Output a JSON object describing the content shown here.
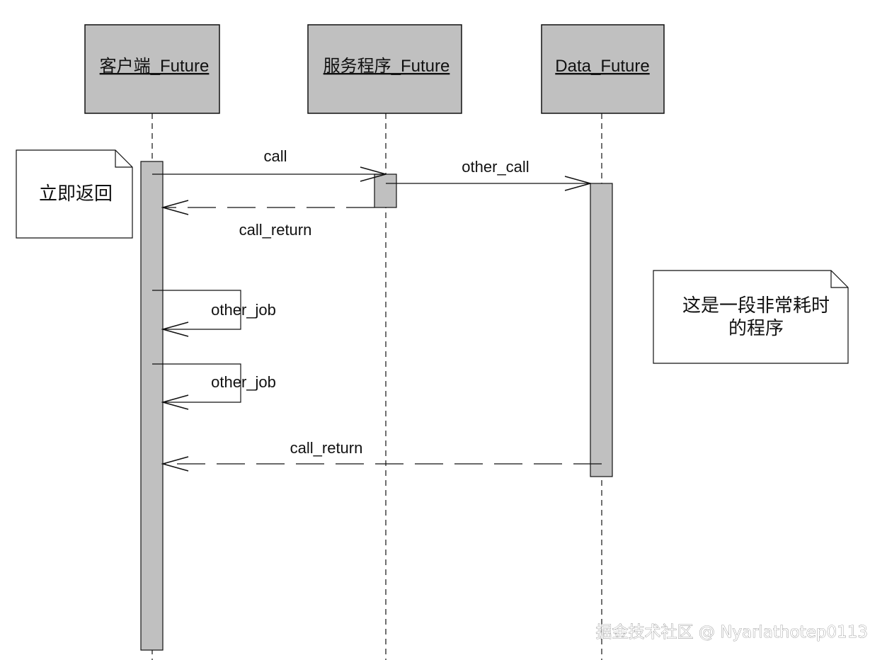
{
  "diagram": {
    "lifelines": [
      {
        "name": "客户端_Future"
      },
      {
        "name": "服务程序_Future"
      },
      {
        "name": "Data_Future"
      }
    ],
    "messages": [
      {
        "label": "call",
        "from": "客户端_Future",
        "to": "服务程序_Future",
        "style": "solid"
      },
      {
        "label": "other_call",
        "from": "服务程序_Future",
        "to": "Data_Future",
        "style": "solid"
      },
      {
        "label": "call_return",
        "from": "服务程序_Future",
        "to": "客户端_Future",
        "style": "dashed"
      },
      {
        "label": "other_job",
        "from": "客户端_Future",
        "to": "客户端_Future",
        "style": "solid"
      },
      {
        "label": "other_job",
        "from": "客户端_Future",
        "to": "客户端_Future",
        "style": "solid"
      },
      {
        "label": "call_return",
        "from": "Data_Future",
        "to": "客户端_Future",
        "style": "dashed"
      }
    ],
    "notes": [
      {
        "lines": [
          "立即返回"
        ]
      },
      {
        "lines": [
          "这是一段非常耗时",
          "的程序"
        ]
      }
    ],
    "colors": {
      "box_fill": "#c0c0c0",
      "line": "#111111",
      "activation_fill": "#c0c0c0"
    }
  },
  "watermark": "掘金技术社区 @ Nyarlathotep0113"
}
